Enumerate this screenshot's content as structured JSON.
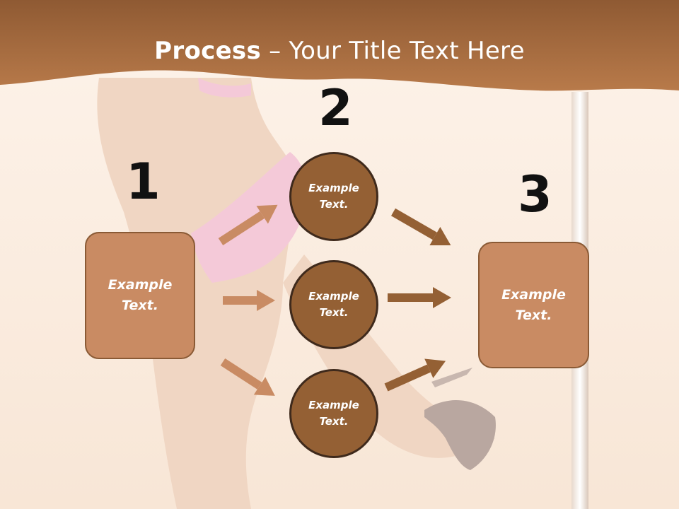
{
  "slide": {
    "title_bold": "Process",
    "title_rest": " – Your Title Text Here"
  },
  "steps": {
    "one": "1",
    "two": "2",
    "three": "3"
  },
  "left_box": {
    "text_line1": "Example",
    "text_line2": "Text."
  },
  "right_box": {
    "text_line1": "Example",
    "text_line2": "Text."
  },
  "circles": [
    {
      "line1": "Example",
      "line2": "Text."
    },
    {
      "line1": "Example",
      "line2": "Text."
    },
    {
      "line1": "Example",
      "line2": "Text."
    }
  ],
  "colors": {
    "banner": "#a86a3d",
    "box_fill": "#c98b63",
    "circle_fill": "#946034",
    "arrow_left": "#c98b63",
    "arrow_right": "#946034"
  }
}
